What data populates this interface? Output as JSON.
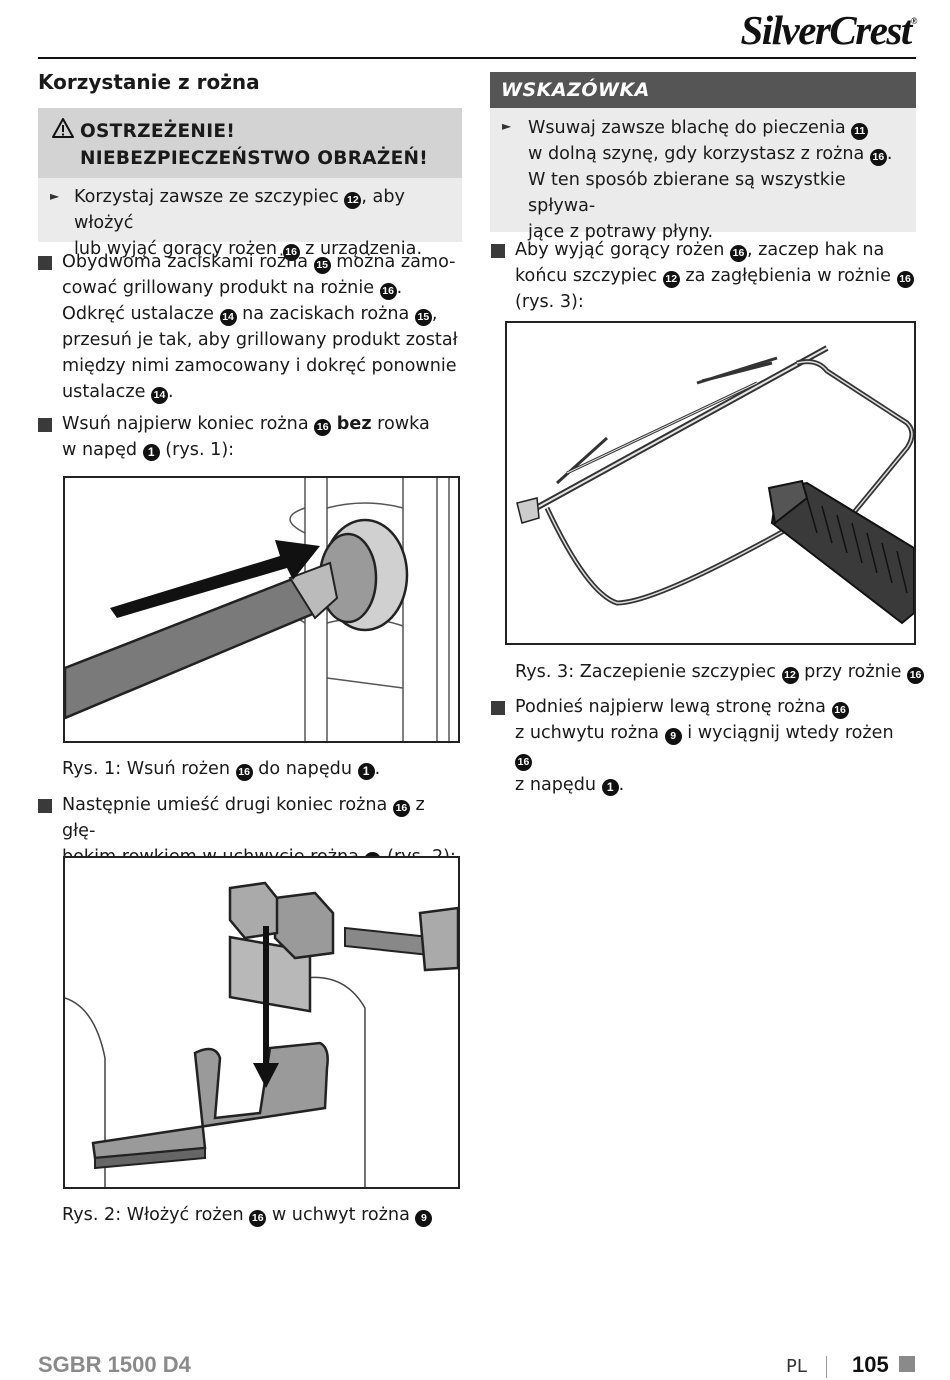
{
  "header": {
    "brand": "SilverCrest",
    "registered": "®"
  },
  "left": {
    "heading": "Korzystanie z rożna",
    "warning": {
      "line1": "OSTRZEŻENIE!",
      "line2": "NIEBEZPIECZEŃSTWO OBRAŻEŃ!",
      "bullet_a": "Korzystaj zawsze ze szczypiec ",
      "c12": "12",
      "bullet_b": ", aby włożyć",
      "bullet_c": "lub wyjąć gorący rożen ",
      "c16": "16",
      "bullet_d": " z urządzenia."
    },
    "item1": {
      "l1a": "Obydwoma zaciskami rożna ",
      "c15": "15",
      "l1b": " można zamo-",
      "l2a": "cować grillowany produkt na rożnie ",
      "c16": "16",
      "l2b": ".",
      "l3a": "Odkręć ustalacze ",
      "c14": "14",
      "l3b": " na zaciskach rożna ",
      "l3c": ",",
      "l4": "przesuń je tak, aby grillowany produkt został",
      "l5": "między nimi zamocowany i dokręć ponownie",
      "l6a": "ustalacze ",
      "l6b": "."
    },
    "item2": {
      "l1a": "Wsuń najpierw koniec rożna ",
      "c16": "16",
      "l1bold": "bez",
      "l1b": " rowka",
      "l2a": "w napęd ",
      "c1": "1",
      "l2b": " (rys. 1):"
    },
    "fig1_caption": {
      "a": "Rys. 1: Wsuń rożen ",
      "c16": "16",
      "b": " do napędu ",
      "c1": "1",
      "c": "."
    },
    "item3": {
      "l1a": "Następnie umieść drugi koniec rożna ",
      "c16": "16",
      "l1b": " z głę-",
      "l2a": "bokim rowkiem w uchwycie rożna ",
      "c9": "9",
      "l2b": " (rys. 2):"
    },
    "fig2_caption": {
      "a": "Rys. 2: Włożyć rożen ",
      "c16": "16",
      "b": " w uchwyt rożna ",
      "c9": "9"
    }
  },
  "right": {
    "tip": {
      "title": "WSKAZÓWKA",
      "l1a": "Wsuwaj zawsze blachę do pieczenia ",
      "c11": "11",
      "l2a": "w dolną szynę, gdy korzystasz z rożna ",
      "c16": "16",
      "l2b": ".",
      "l3": "W ten sposób zbierane są wszystkie spływa-",
      "l4": "jące z potrawy płyny."
    },
    "item1": {
      "l1a": "Aby wyjąć gorący rożen ",
      "c16": "16",
      "l1b": ", zaczep hak na",
      "l2a": "końcu szczypiec ",
      "c12": "12",
      "l2b": " za zagłębienia w rożnie ",
      "l3": "(rys. 3):"
    },
    "fig3_caption": {
      "a": "Rys. 3: Zaczepienie szczypiec ",
      "c12": "12",
      "b": " przy rożnie ",
      "c16": "16"
    },
    "item2": {
      "l1a": "Podnieś najpierw lewą stronę rożna ",
      "c16": "16",
      "l2a": "z uchwytu rożna ",
      "c9": "9",
      "l2b": " i wyciągnij wtedy rożen ",
      "l3a": "z napędu ",
      "c1": "1",
      "l3b": "."
    }
  },
  "footer": {
    "model": "SGBR 1500 D4",
    "lang": "PL",
    "page": "105"
  }
}
